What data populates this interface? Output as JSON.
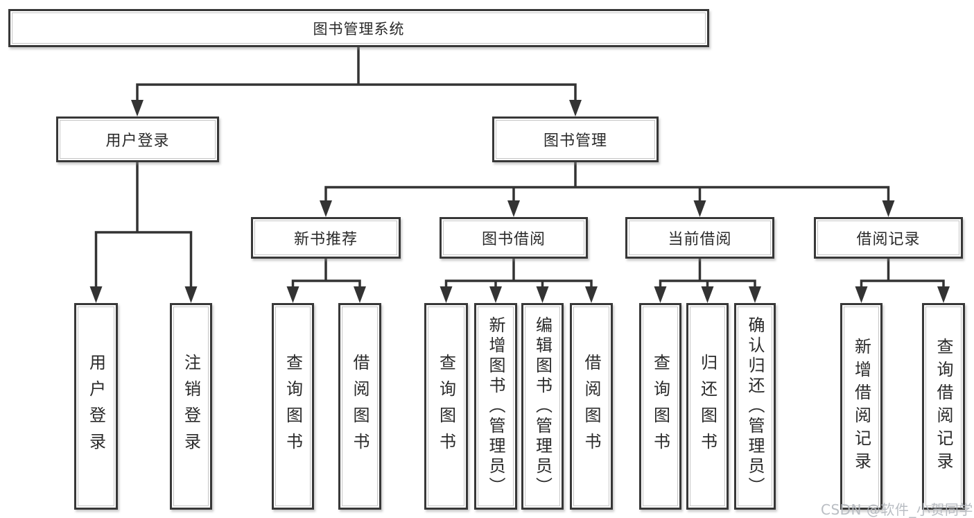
{
  "diagram": {
    "type": "hierarchy-tree",
    "root": {
      "label": "图书管理系统"
    },
    "level2": [
      {
        "id": "user-login",
        "label": "用户登录",
        "parent": "root"
      },
      {
        "id": "book-mgmt",
        "label": "图书管理",
        "parent": "root"
      }
    ],
    "level3": [
      {
        "id": "new-book-rec",
        "label": "新书推荐",
        "parent": "book-mgmt"
      },
      {
        "id": "book-borrow",
        "label": "图书借阅",
        "parent": "book-mgmt"
      },
      {
        "id": "current-borrow",
        "label": "当前借阅",
        "parent": "book-mgmt"
      },
      {
        "id": "borrow-records",
        "label": "借阅记录",
        "parent": "book-mgmt"
      }
    ],
    "level4": [
      {
        "label": "用户登录",
        "parent": "user-login"
      },
      {
        "label": "注销登录",
        "parent": "user-login"
      },
      {
        "label": "查询图书",
        "parent": "new-book-rec"
      },
      {
        "label": "借阅图书",
        "parent": "new-book-rec"
      },
      {
        "label": "查询图书",
        "parent": "book-borrow"
      },
      {
        "label": "新增图书（管理员）",
        "parent": "book-borrow"
      },
      {
        "label": "编辑图书（管理员）",
        "parent": "book-borrow"
      },
      {
        "label": "借阅图书",
        "parent": "book-borrow"
      },
      {
        "label": "查询图书",
        "parent": "current-borrow"
      },
      {
        "label": "归还图书",
        "parent": "current-borrow"
      },
      {
        "label": "确认归还（管理员）",
        "parent": "current-borrow"
      },
      {
        "label": "新增借阅记录",
        "parent": "borrow-records"
      },
      {
        "label": "查询借阅记录",
        "parent": "borrow-records"
      }
    ],
    "watermark": "CSDN @软件_小贺同学",
    "colors": {
      "line": "#333333",
      "box_border": "#383838",
      "box_fill": "#ffffff",
      "text": "#2a2a2a",
      "watermark": "#b4b8be"
    }
  }
}
